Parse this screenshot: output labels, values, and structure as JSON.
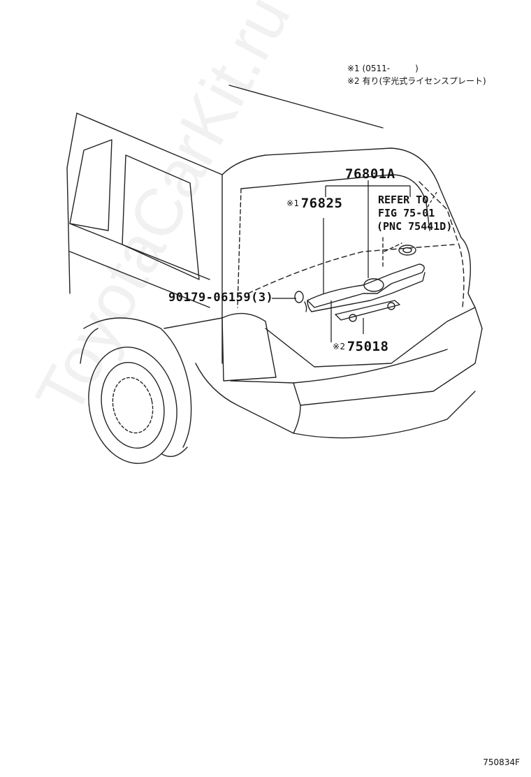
{
  "notes": {
    "note1_mark": "※1",
    "note1_text": "(0511-　　　)",
    "note2_mark": "※2",
    "note2_text": "有り(字光式ライセンスプレート)"
  },
  "parts": {
    "assembly": "76801A",
    "p76825_mark": "※1",
    "p76825": "76825",
    "p75018_mark": "※2",
    "p75018": "75018",
    "bolt": "90179-06159(3)"
  },
  "refer": {
    "line1": "REFER TO",
    "line2": "FIG 75-01",
    "line3": "(PNC 75441D)"
  },
  "figure_id": "750834F",
  "watermark": "ToyotaCarKit.ru"
}
